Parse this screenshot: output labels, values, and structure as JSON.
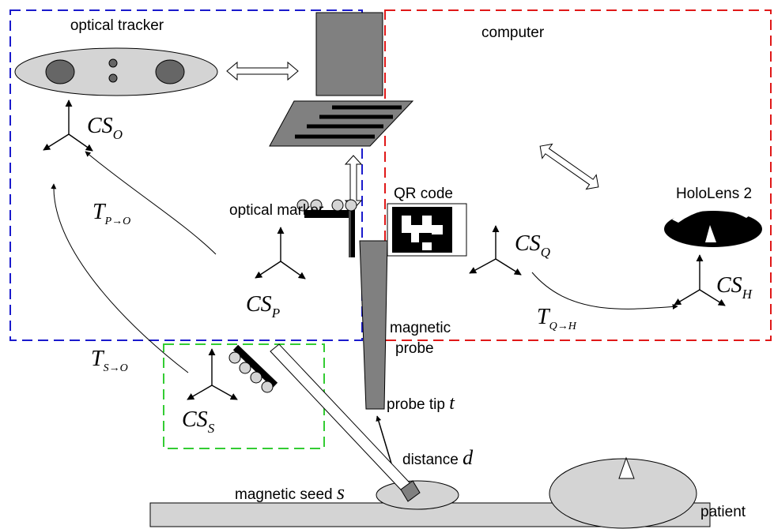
{
  "labels": {
    "optical_tracker": "optical tracker",
    "computer": "computer",
    "qr_code": "QR code",
    "hololens": "HoloLens 2",
    "optical_marker": "optical marker",
    "magnetic_probe_line1": "magnetic",
    "magnetic_probe_line2": "probe",
    "probe_tip": "probe tip",
    "probe_tip_var": "t",
    "distance": "distance",
    "distance_var": "d",
    "magnetic_seed": "magnetic seed",
    "magnetic_seed_var": "s",
    "patient": "patient"
  },
  "coordinate_systems": {
    "optical": {
      "main": "CS",
      "sub": "O"
    },
    "probe": {
      "main": "CS",
      "sub": "P"
    },
    "qr": {
      "main": "CS",
      "sub": "Q"
    },
    "hololens": {
      "main": "CS",
      "sub": "H"
    },
    "seed": {
      "main": "CS",
      "sub": "S"
    }
  },
  "transforms": {
    "p_to_o": {
      "main": "T",
      "sub": "P→O"
    },
    "q_to_h": {
      "main": "T",
      "sub": "Q→H"
    },
    "s_to_o": {
      "main": "T",
      "sub": "S→O"
    }
  },
  "colors": {
    "tracker_region": "#1a1acc",
    "computer_region": "#e01818",
    "seed_region": "#33cc33",
    "device_gray": "#808080",
    "light_gray": "#d4d4d4"
  }
}
